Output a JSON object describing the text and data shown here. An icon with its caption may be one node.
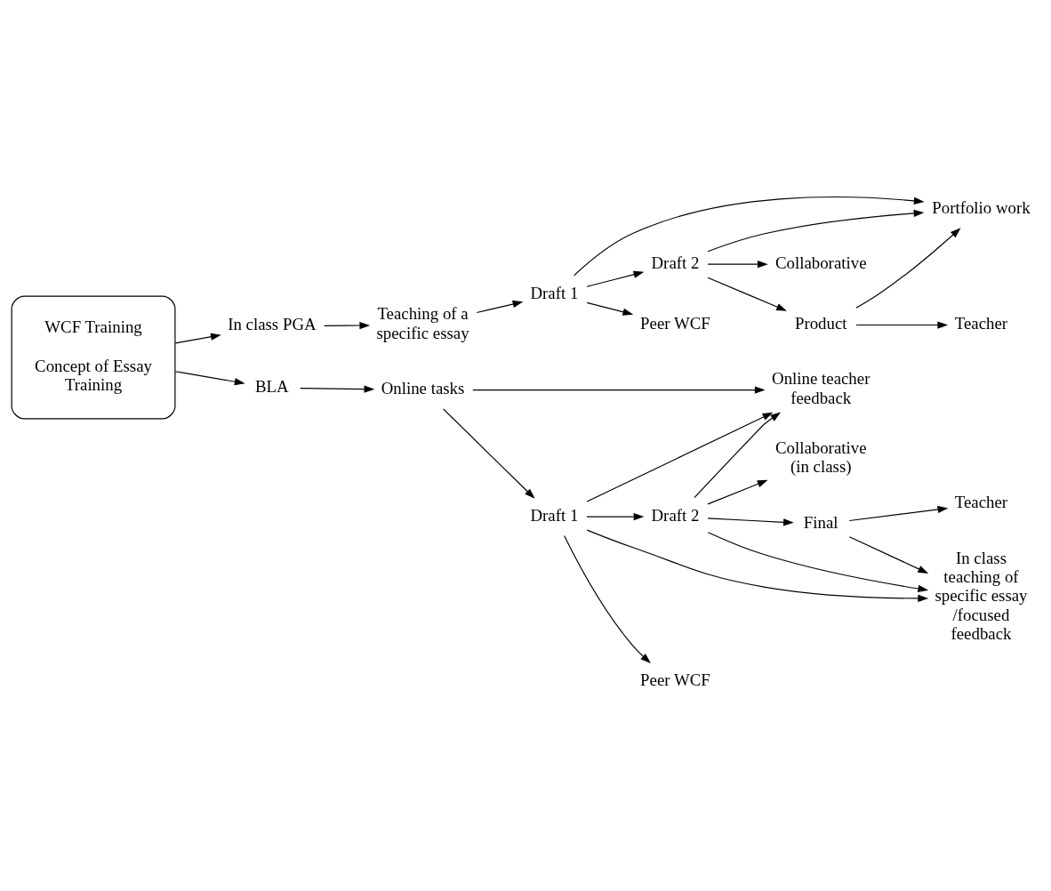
{
  "diagram": {
    "nodes": [
      {
        "text": [
          "WCF Training",
          "Concept of Essay Training"
        ]
      },
      {
        "text": [
          "In class PGA"
        ]
      },
      {
        "text": [
          "Teaching of a specific essay"
        ]
      },
      {
        "text": [
          "Draft 1"
        ]
      },
      {
        "text": [
          "Peer WCF"
        ]
      },
      {
        "text": [
          "Portfolio work"
        ]
      },
      {
        "text": [
          "Draft 2"
        ]
      },
      {
        "text": [
          "Collaborative"
        ]
      },
      {
        "text": [
          "Product"
        ]
      },
      {
        "text": [
          "Teacher"
        ]
      },
      {
        "text": [
          "BLA"
        ]
      },
      {
        "text": [
          "Online tasks"
        ]
      },
      {
        "text": [
          "Draft 1"
        ]
      },
      {
        "text": [
          "Peer WCF"
        ]
      },
      {
        "text": [
          "Online teacher feedback"
        ]
      },
      {
        "text": [
          "Draft 2"
        ]
      },
      {
        "text": [
          "Collaborative (in class)"
        ]
      },
      {
        "text": [
          "Final"
        ]
      },
      {
        "text": [
          "Teacher"
        ]
      },
      {
        "text": [
          "In class teaching of specific essay /focused feedback"
        ]
      }
    ],
    "edges": [
      {
        "from": 0,
        "to": 1,
        "arrow": "to"
      },
      {
        "from": 1,
        "to": 2,
        "arrow": "to"
      },
      {
        "from": 2,
        "to": 3,
        "arrow": "to"
      },
      {
        "from": 3,
        "to": 4,
        "arrow": "to"
      },
      {
        "from": 3,
        "to": 5,
        "arrow": "to"
      },
      {
        "from": 3,
        "to": 6,
        "arrow": "to"
      },
      {
        "from": 6,
        "to": 5,
        "arrow": "to"
      },
      {
        "from": 6,
        "to": 7,
        "arrow": "to"
      },
      {
        "from": 6,
        "to": 8,
        "arrow": "to"
      },
      {
        "from": 8,
        "to": 5,
        "arrow": "to"
      },
      {
        "from": 8,
        "to": 9,
        "arrow": "to"
      },
      {
        "from": 0,
        "to": 10,
        "arrow": "to"
      },
      {
        "from": 10,
        "to": 11,
        "arrow": "to"
      },
      {
        "from": 11,
        "to": 12,
        "arrow": "to"
      },
      {
        "from": 12,
        "to": 13,
        "arrow": "to"
      },
      {
        "from": 11,
        "to": 14,
        "arrow": "to"
      },
      {
        "from": 12,
        "to": 14,
        "arrow": "to"
      },
      {
        "from": 12,
        "to": 15,
        "arrow": "to"
      },
      {
        "from": 15,
        "to": 14,
        "arrow": "to"
      },
      {
        "from": 15,
        "to": 16,
        "arrow": "to"
      },
      {
        "from": 15,
        "to": 17,
        "arrow": "to"
      },
      {
        "from": 17,
        "to": 18,
        "arrow": "to"
      },
      {
        "from": 12,
        "to": 19,
        "arrow": "to"
      },
      {
        "from": 15,
        "to": 19,
        "arrow": "to"
      },
      {
        "from": 17,
        "to": 19,
        "arrow": "to"
      }
    ]
  }
}
